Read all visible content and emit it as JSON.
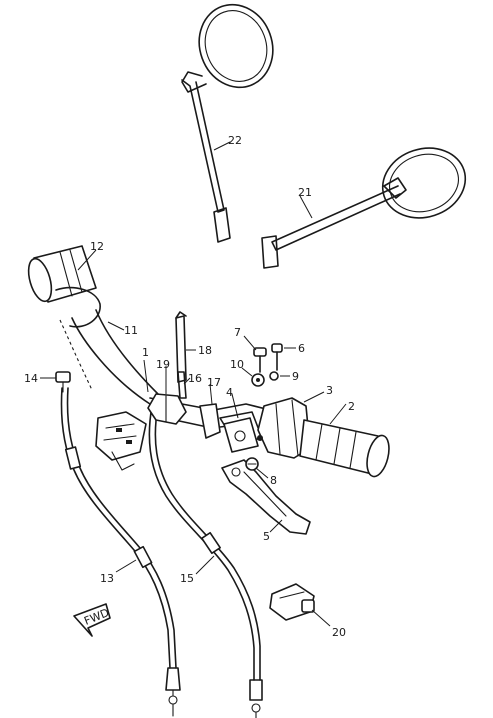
{
  "diagram": {
    "callouts": [
      "1",
      "2",
      "3",
      "4",
      "5",
      "6",
      "7",
      "8",
      "9",
      "10",
      "11",
      "12",
      "13",
      "14",
      "15",
      "16",
      "17",
      "18",
      "19",
      "20",
      "21",
      "22"
    ],
    "arrow_text": "FWD"
  }
}
